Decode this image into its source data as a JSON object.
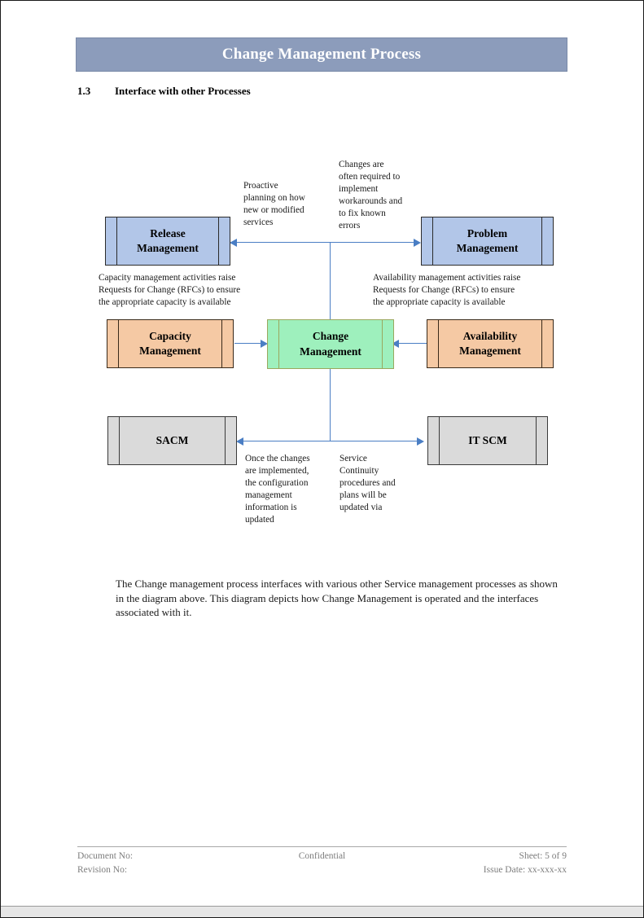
{
  "header": {
    "title": "Change Management Process"
  },
  "section": {
    "number": "1.3",
    "title": "Interface with other Processes"
  },
  "diagram": {
    "boxes": {
      "release": {
        "label": "Release\nManagement",
        "color": "#b2c6e8"
      },
      "problem": {
        "label": "Problem\nManagement",
        "color": "#b2c6e8"
      },
      "capacity": {
        "label": "Capacity\nManagement",
        "color": "#f5c9a4"
      },
      "change": {
        "label": "Change\nManagement",
        "color": "#9ef0bd"
      },
      "availability": {
        "label": "Availability\nManagement",
        "color": "#f5c9a4"
      },
      "sacm": {
        "label": "SACM",
        "color": "#dadada"
      },
      "itscm": {
        "label": "IT SCM",
        "color": "#dadada"
      }
    },
    "annotations": {
      "proactive": "Proactive\nplanning on how\nnew or modified\nservices",
      "changes_required": "Changes are\noften required to\nimplement\nworkarounds and\nto fix known\nerrors",
      "capacity_caption": "Capacity management activities raise\nRequests for Change (RFCs) to ensure\nthe appropriate capacity is available",
      "availability_caption": "Availability management activities raise\nRequests for Change (RFCs) to ensure\nthe appropriate capacity is available",
      "sacm_caption": "Once the changes\nare implemented,\nthe configuration\nmanagement\ninformation is\nupdated",
      "itscm_caption": "Service\nContinuity\nprocedures and\nplans will be\nupdated via"
    },
    "connector_color": "#4a7ec4"
  },
  "body": {
    "paragraph": "The Change management process interfaces with various other Service management processes as shown in the diagram above. This diagram depicts how Change Management is operated and the interfaces associated with it."
  },
  "footer": {
    "document_no": "Document No:",
    "revision_no": "Revision No:",
    "confidential": "Confidential",
    "sheet": "Sheet: 5 of 9",
    "issue_date": "Issue Date: xx-xxx-xx"
  }
}
